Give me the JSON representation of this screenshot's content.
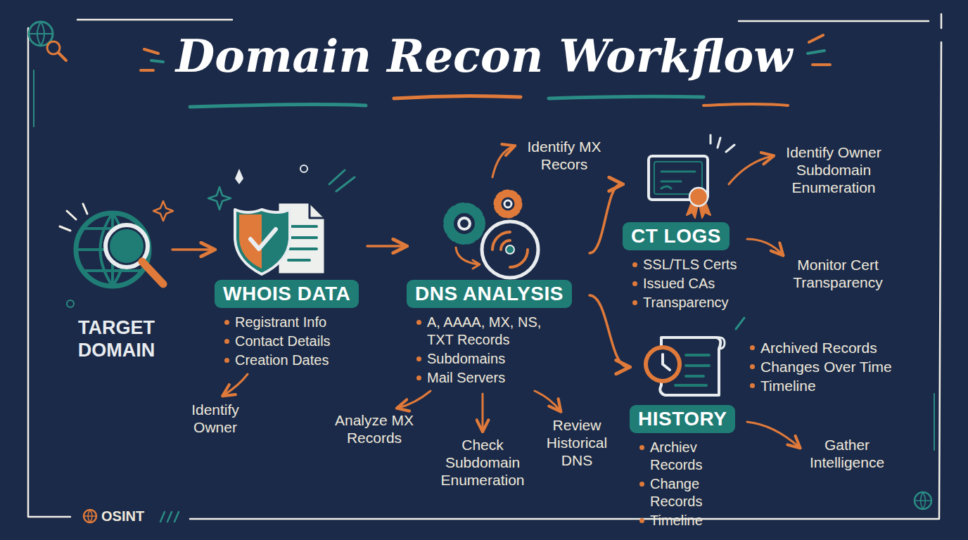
{
  "diagram": {
    "title": "Domain Recon Workflow",
    "nodes": [
      {
        "text": [
          "TARGET DOMAIN"
        ]
      },
      {
        "text": [
          "WHOIS DATA",
          "Registrant Info",
          "Contact Details",
          "Creation Dates"
        ]
      },
      {
        "text": [
          "DNS ANALYSIS",
          "A, AAAA, MX, NS, TXT Records",
          "Subdomains",
          "Mail Servers"
        ]
      },
      {
        "text": [
          "CT LOGS",
          "SSL/TLS Certs",
          "Issued CAs",
          "Transparency"
        ]
      },
      {
        "text": [
          "HISTORY",
          "Archiev Records",
          "Change Records",
          "Timeline"
        ]
      }
    ],
    "edges": [
      {
        "from": 0,
        "to": 1,
        "arrow": "to"
      },
      {
        "from": 1,
        "to": 2,
        "arrow": "to"
      },
      {
        "from": 2,
        "to": 3,
        "arrow": "to"
      },
      {
        "from": 2,
        "to": 4,
        "arrow": "to"
      }
    ],
    "labels": [
      "Identify Owner",
      "Identify MX Recors",
      "Analyze MX Records",
      "Check Subdomain Enumeration",
      "Review Historical DNS",
      "Identify Owner Subdomain Enumeration",
      "Monitor Cert Transparency",
      "Archived Records",
      "Changes Over Time",
      "Timeline",
      "Gather Intelligence",
      "OSINT"
    ]
  }
}
